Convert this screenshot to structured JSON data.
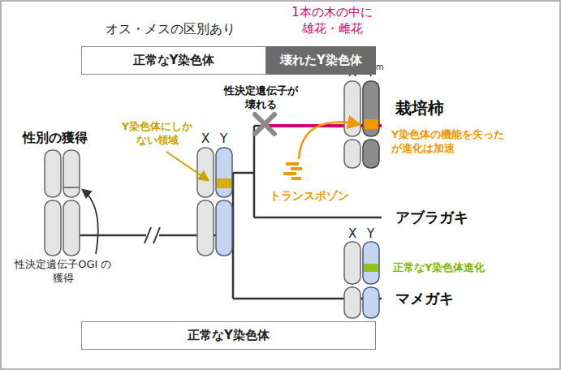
{
  "diagram": {
    "nodes": [
      {
        "text": [
          "正常なY染色体"
        ]
      },
      {
        "text": [
          "壊れたY染色体"
        ]
      },
      {
        "text": [
          "正常なY染色体"
        ]
      }
    ],
    "labels": [
      "オス・メスの区別あり",
      "1本の木の中に 雄花・雌花",
      "性別の獲得",
      "性決定遺伝子OGI の獲得",
      "Y染色体にしか ない領域",
      "X",
      "Y",
      "性決定遺伝子が 壊れる",
      "X",
      "Y",
      "m",
      "栽培柿",
      "Y染色体の機能を失った が進化は加速",
      "トランスポゾン",
      "アブラガキ",
      "X",
      "Y",
      "正常なY染色体進化",
      "マメガキ"
    ]
  }
}
